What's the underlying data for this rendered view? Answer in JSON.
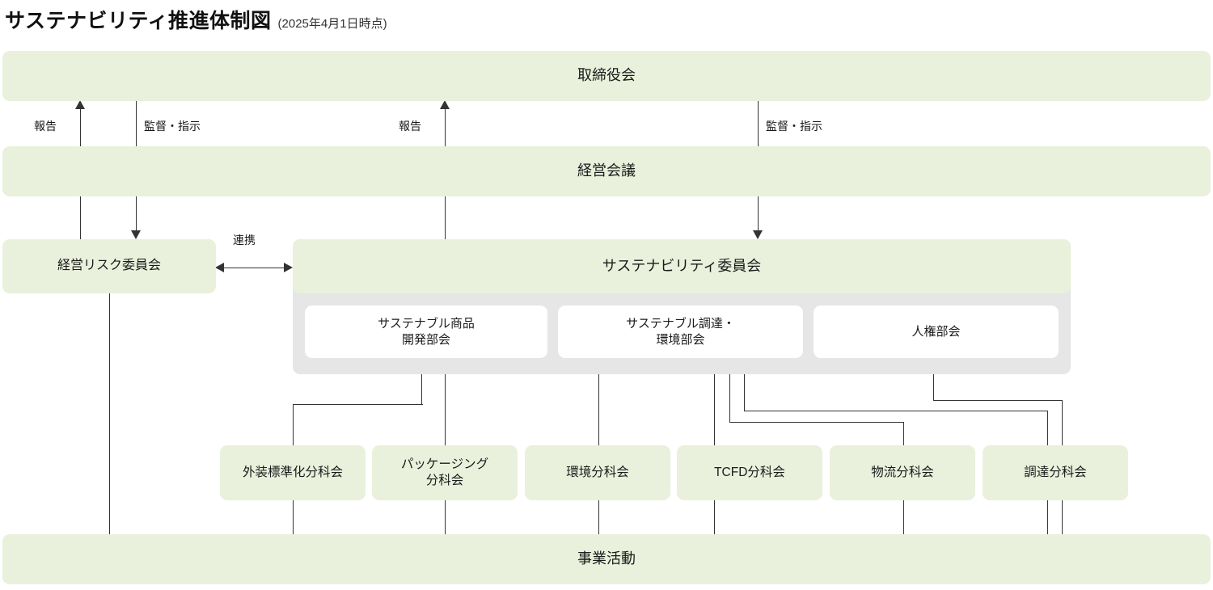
{
  "header": {
    "title": "サステナビリティ推進体制図",
    "subtitle": "(2025年4月1日時点)"
  },
  "chart_data": {
    "type": "diagram",
    "title": "サステナビリティ推進体制図",
    "subtitle": "(2025年4月1日時点)",
    "nodes": [
      {
        "id": "board",
        "label": "取締役会",
        "level": 0,
        "shape": "band"
      },
      {
        "id": "exec",
        "label": "経営会議",
        "level": 1,
        "shape": "band"
      },
      {
        "id": "risk",
        "label": "経営リスク委員会",
        "level": 2,
        "shape": "box"
      },
      {
        "id": "sustainability",
        "label": "サステナビリティ委員会",
        "level": 2,
        "shape": "band"
      },
      {
        "id": "sub_product",
        "label": "サステナブル商品\n開発部会",
        "level": 3,
        "shape": "subbox"
      },
      {
        "id": "sub_procure_env",
        "label": "サステナブル調達・\n環境部会",
        "level": 3,
        "shape": "subbox"
      },
      {
        "id": "sub_humanrights",
        "label": "人権部会",
        "level": 3,
        "shape": "subbox"
      },
      {
        "id": "wg_packaging_std",
        "label": "外装標準化分科会",
        "level": 4,
        "shape": "box"
      },
      {
        "id": "wg_packaging",
        "label": "パッケージング\n分科会",
        "level": 4,
        "shape": "box"
      },
      {
        "id": "wg_environment",
        "label": "環境分科会",
        "level": 4,
        "shape": "box"
      },
      {
        "id": "wg_tcfd",
        "label": "TCFD分科会",
        "level": 4,
        "shape": "box"
      },
      {
        "id": "wg_logistics",
        "label": "物流分科会",
        "level": 4,
        "shape": "box"
      },
      {
        "id": "wg_procurement",
        "label": "調達分科会",
        "level": 4,
        "shape": "box"
      },
      {
        "id": "business",
        "label": "事業活動",
        "level": 5,
        "shape": "band"
      }
    ],
    "edge_labels": [
      "報告",
      "監督・指示",
      "報告",
      "監督・指示",
      "連携"
    ],
    "edges": [
      {
        "from": "exec",
        "to": "board",
        "label": "報告",
        "direction": "up"
      },
      {
        "from": "board",
        "to": "exec",
        "label": "監督・指示",
        "direction": "down"
      },
      {
        "from": "sustainability",
        "to": "board",
        "label": "報告",
        "direction": "up"
      },
      {
        "from": "board",
        "to": "sustainability",
        "label": "監督・指示",
        "direction": "down"
      },
      {
        "from": "risk",
        "to": "sustainability",
        "label": "連携",
        "direction": "both"
      },
      {
        "from": "exec",
        "to": "risk",
        "direction": "down"
      },
      {
        "from": "sub_product",
        "to": "wg_packaging_std",
        "direction": "down"
      },
      {
        "from": "sub_product",
        "to": "wg_packaging",
        "direction": "down"
      },
      {
        "from": "sub_procure_env",
        "to": "wg_environment",
        "direction": "down"
      },
      {
        "from": "sub_procure_env",
        "to": "wg_tcfd",
        "direction": "down"
      },
      {
        "from": "sub_procure_env",
        "to": "wg_logistics",
        "direction": "down"
      },
      {
        "from": "sub_humanrights",
        "to": "wg_procurement",
        "direction": "down"
      },
      {
        "from": "risk",
        "to": "business",
        "direction": "down"
      },
      {
        "from": "wg_packaging_std",
        "to": "business",
        "direction": "down"
      },
      {
        "from": "wg_packaging",
        "to": "business",
        "direction": "down"
      },
      {
        "from": "wg_environment",
        "to": "business",
        "direction": "down"
      },
      {
        "from": "wg_tcfd",
        "to": "business",
        "direction": "down"
      },
      {
        "from": "wg_logistics",
        "to": "business",
        "direction": "down"
      },
      {
        "from": "wg_procurement",
        "to": "business",
        "direction": "down"
      }
    ],
    "colors": {
      "node_green": "#e9f1dc",
      "wrapper_grey": "#e6e6e6",
      "subnode_white": "#ffffff",
      "line": "#333333",
      "text": "#1a1a1a"
    }
  },
  "nodes": {
    "board": "取締役会",
    "exec": "経営会議",
    "risk": "経営リスク委員会",
    "sustainability": "サステナビリティ委員会",
    "sub_product_l1": "サステナブル商品",
    "sub_product_l2": "開発部会",
    "sub_procure_l1": "サステナブル調達・",
    "sub_procure_l2": "環境部会",
    "sub_humanrights": "人権部会",
    "wg_packaging_std": "外装標準化分科会",
    "wg_packaging_l1": "パッケージング",
    "wg_packaging_l2": "分科会",
    "wg_environment": "環境分科会",
    "wg_tcfd": "TCFD分科会",
    "wg_logistics": "物流分科会",
    "wg_procurement": "調達分科会",
    "business": "事業活動"
  },
  "labels": {
    "report_1": "報告",
    "supervise_1": "監督・指示",
    "report_2": "報告",
    "supervise_2": "監督・指示",
    "coordinate": "連携"
  }
}
